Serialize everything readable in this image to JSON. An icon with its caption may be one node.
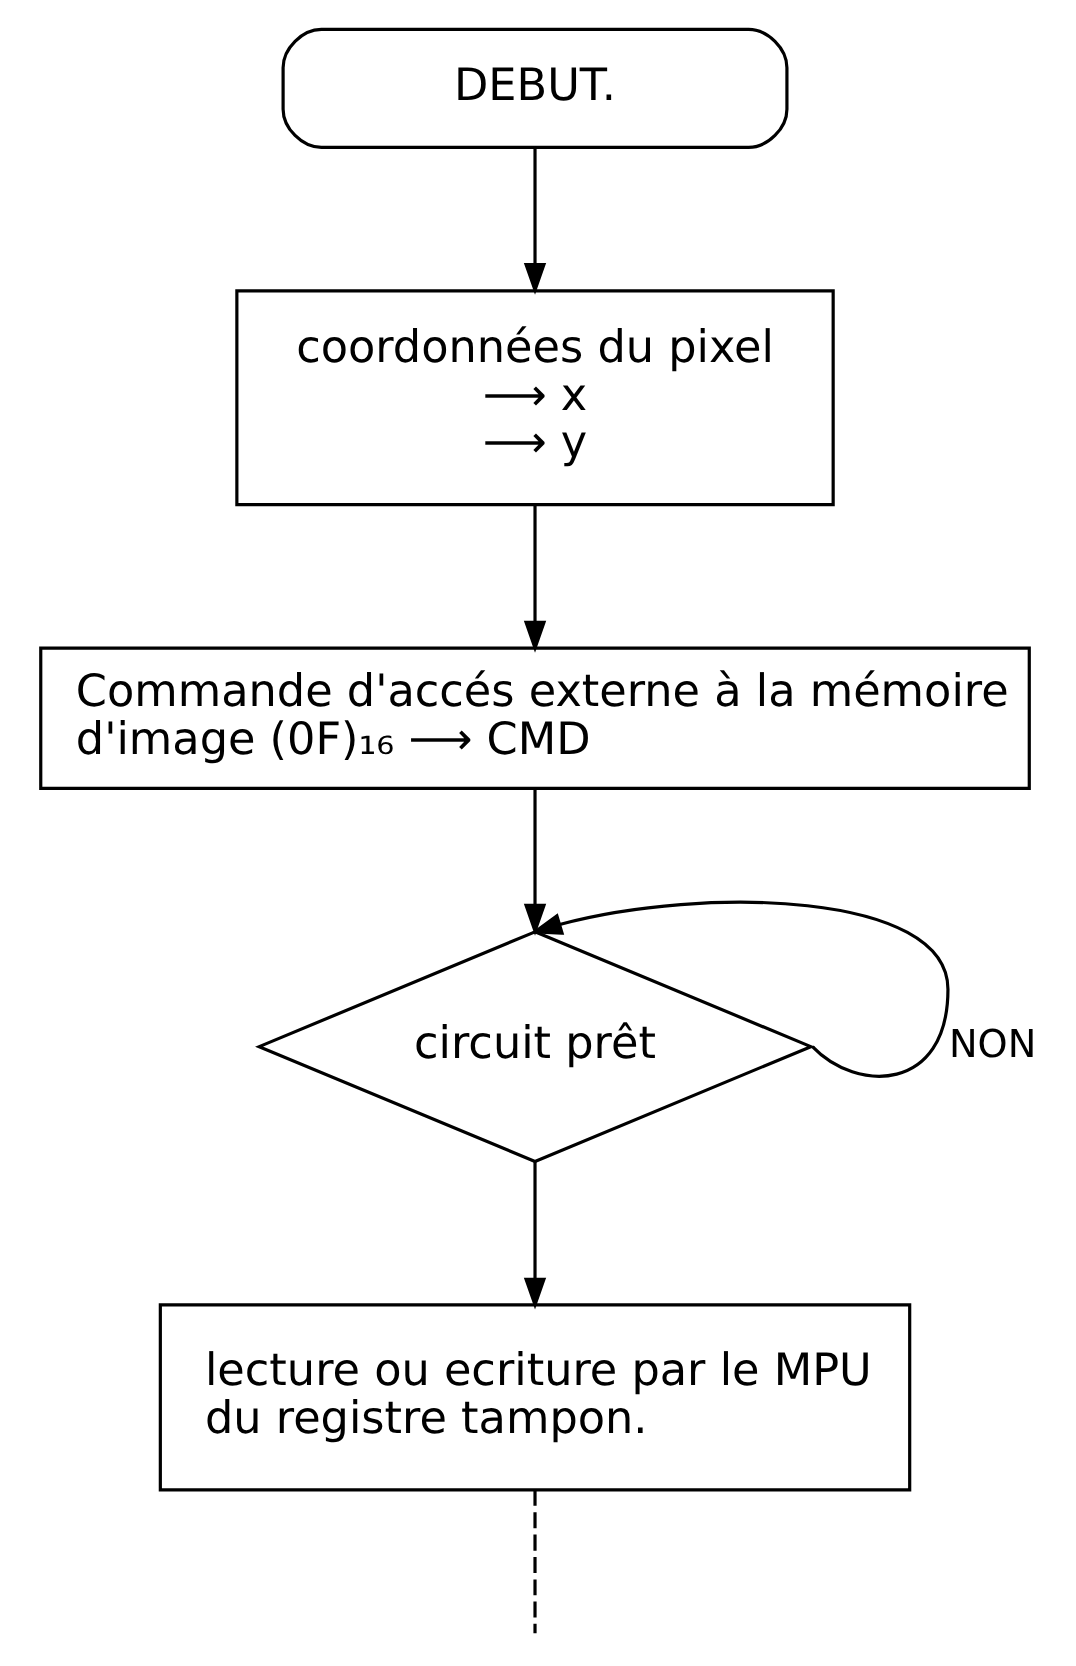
{
  "diagram": {
    "nodes": [
      {
        "text": [
          "DEBUT."
        ]
      },
      {
        "text": [
          "coordonnées du pixel",
          "⟶ x",
          "⟶ y"
        ]
      },
      {
        "text": [
          "Commande d'accés externe à la mémoire d'image (0F)₁₆ ⟶ CMD"
        ]
      },
      {
        "text": [
          "circuit prêt"
        ]
      },
      {
        "text": [
          "lecture ou ecriture par le MPU du registre tampon."
        ]
      }
    ],
    "edges": [
      {
        "from": 0,
        "to": 1,
        "arrow": "to"
      },
      {
        "from": 1,
        "to": 2,
        "arrow": "to"
      },
      {
        "from": 2,
        "to": 3,
        "arrow": "to"
      },
      {
        "from": 3,
        "to": 3,
        "arrow": "to",
        "label": "NON"
      },
      {
        "from": 3,
        "to": 4,
        "arrow": "to"
      },
      {
        "from": 4,
        "to": null,
        "arrow": "none",
        "style": "dashed"
      }
    ]
  }
}
